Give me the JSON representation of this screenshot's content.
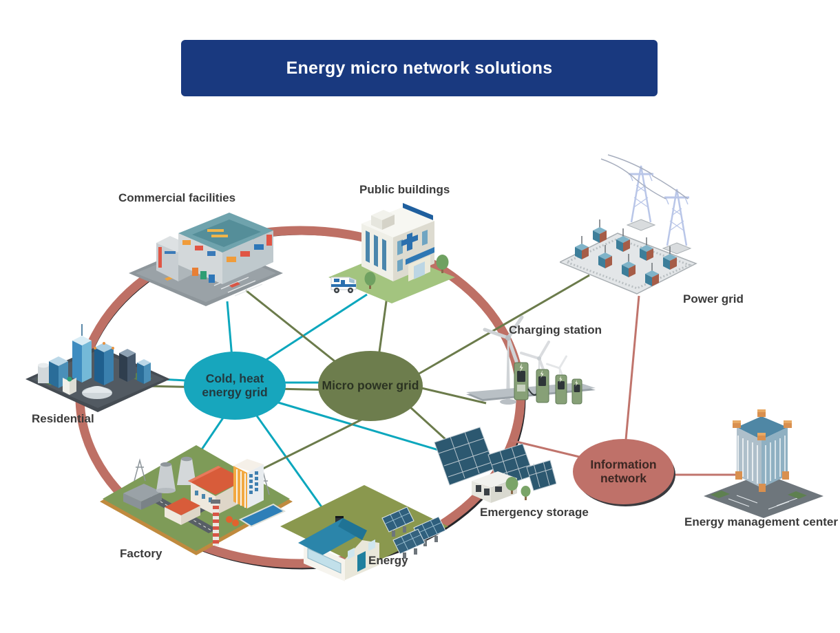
{
  "title": {
    "text": "Energy micro network solutions"
  },
  "hubs": {
    "cold_heat": {
      "label": "Cold, heat\nenergy grid"
    },
    "micro_power": {
      "label": "Micro power grid"
    },
    "information": {
      "label": "Information\nnetwork"
    }
  },
  "nodes": {
    "commercial": {
      "label": "Commercial facilities"
    },
    "public_buildings": {
      "label": "Public buildings"
    },
    "power_grid": {
      "label": "Power grid"
    },
    "residential": {
      "label": "Residential"
    },
    "charging_station": {
      "label": "Charging station"
    },
    "factory": {
      "label": "Factory"
    },
    "energy": {
      "label": "Energy"
    },
    "emergency_storage": {
      "label": "Emergency storage"
    },
    "energy_management_center": {
      "label": "Energy management center"
    }
  },
  "colors": {
    "banner_bg": "#19397f",
    "banner_text": "#ffffff",
    "hub_cold_heat": "#17a6bd",
    "hub_micro_power": "#6d7d4d",
    "hub_information": "#bf7169",
    "ring": "#be7065",
    "ring_shadow": "#26262a",
    "line_thermal": "#0ca7bd",
    "line_power": "#6b7b4b",
    "line_information": "#c0746c",
    "label_text": "#3b3b3b"
  }
}
